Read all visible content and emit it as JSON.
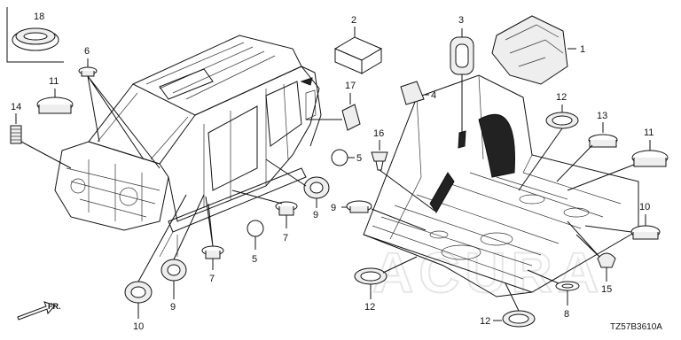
{
  "callouts": {
    "c1": "1",
    "c2": "2",
    "c3": "3",
    "c4": "4",
    "c5a": "5",
    "c5b": "5",
    "c6": "6",
    "c7a": "7",
    "c7b": "7",
    "c8": "8",
    "c9a": "9",
    "c9b": "9",
    "c9c": "9",
    "c10a": "10",
    "c10b": "10",
    "c11a": "11",
    "c11b": "11",
    "c12a": "12",
    "c12b": "12",
    "c12c": "12",
    "c13": "13",
    "c14": "14",
    "c15": "15",
    "c16": "16",
    "c17": "17",
    "c18": "18"
  },
  "watermark": "ACURA",
  "direction_label": "FR.",
  "diagram_code": "TZ57B3610A"
}
